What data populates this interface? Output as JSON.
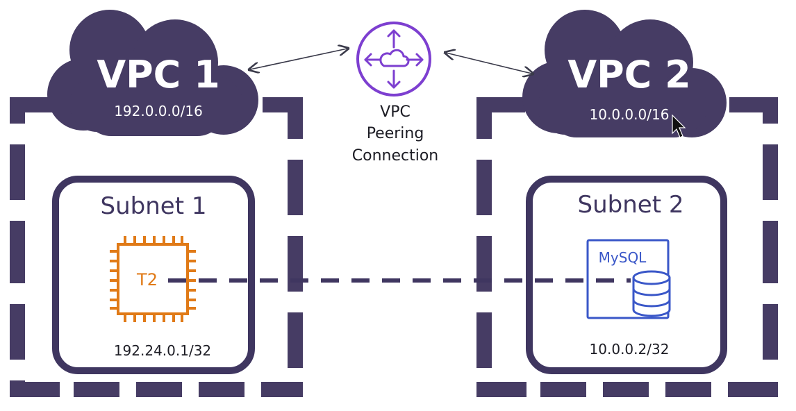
{
  "colors": {
    "vpc_dark": "#463c64",
    "subnet_border": "#3f3660",
    "peering_purple": "#7d3fd0",
    "ec2_orange": "#e07a17",
    "rds_blue": "#3a57c8",
    "connector_dash": "#3f3660",
    "arrow_line": "#3a3a4a",
    "text_dark": "#1c1c24"
  },
  "vpc1": {
    "title": "VPC 1",
    "cidr": "192.0.0.0/16",
    "icon": "cloud-icon"
  },
  "vpc2": {
    "title": "VPC 2",
    "cidr": "10.0.0.0/16",
    "icon": "cloud-icon"
  },
  "peering": {
    "label_line1": "VPC",
    "label_line2": "Peering",
    "label_line3": "Connection",
    "icon": "router-cloud-icon"
  },
  "subnet1": {
    "title": "Subnet 1",
    "instance_label": "T2",
    "instance_icon": "ec2-chip-icon",
    "ip": "192.24.0.1/32"
  },
  "subnet2": {
    "title": "Subnet 2",
    "db_label": "MySQL",
    "db_icon": "database-icon",
    "ip": "10.0.0.2/32"
  }
}
